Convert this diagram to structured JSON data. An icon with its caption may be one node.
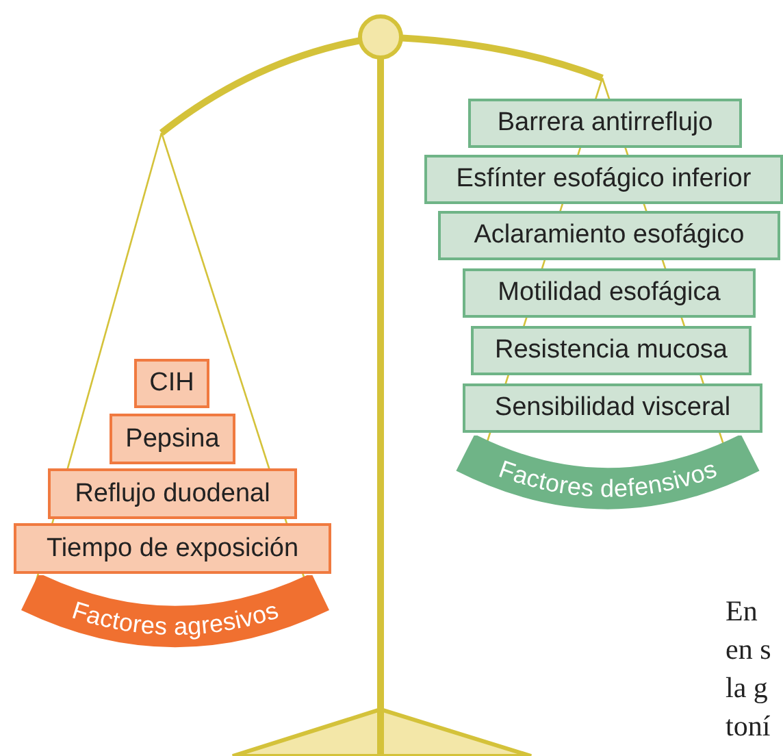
{
  "diagram": {
    "nodes": [
      {
        "text": [
          "CIH"
        ]
      },
      {
        "text": [
          "Pepsina"
        ]
      },
      {
        "text": [
          "Reflujo duodenal"
        ]
      },
      {
        "text": [
          "Tiempo de exposición"
        ]
      },
      {
        "text": [
          "Factores agresivos"
        ]
      },
      {
        "text": [
          "Barrera antirreflujo"
        ]
      },
      {
        "text": [
          "Esfínter esofágico inferior"
        ]
      },
      {
        "text": [
          "Aclaramiento esofágico"
        ]
      },
      {
        "text": [
          "Motilidad esofágica"
        ]
      },
      {
        "text": [
          "Resistencia mucosa"
        ]
      },
      {
        "text": [
          "Sensibilidad visceral"
        ]
      },
      {
        "text": [
          "Factores defensivos"
        ]
      }
    ],
    "labels": [
      "En",
      "en s",
      "la g",
      "toní"
    ]
  }
}
